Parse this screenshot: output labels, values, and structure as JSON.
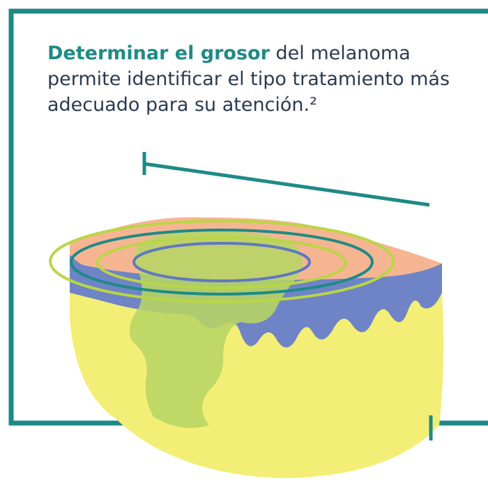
{
  "heading": {
    "highlight": "Determinar el grosor",
    "rest": " del melanoma permite identificar el tipo tratamiento más adecuado para su atención.²"
  },
  "colors": {
    "frame": "#1e8a86",
    "epidermis": "#f6b592",
    "dermis_band": "#6e84c6",
    "tissue": "#f3ee75",
    "tumor": "#b7d564",
    "ring_light": "#b9d645",
    "ring_dark": "#1e8a86",
    "ring_inner": "#5f78c2",
    "text": "#2b3a52"
  },
  "icons": [
    "skin-section-illustration",
    "depth-ruler"
  ]
}
